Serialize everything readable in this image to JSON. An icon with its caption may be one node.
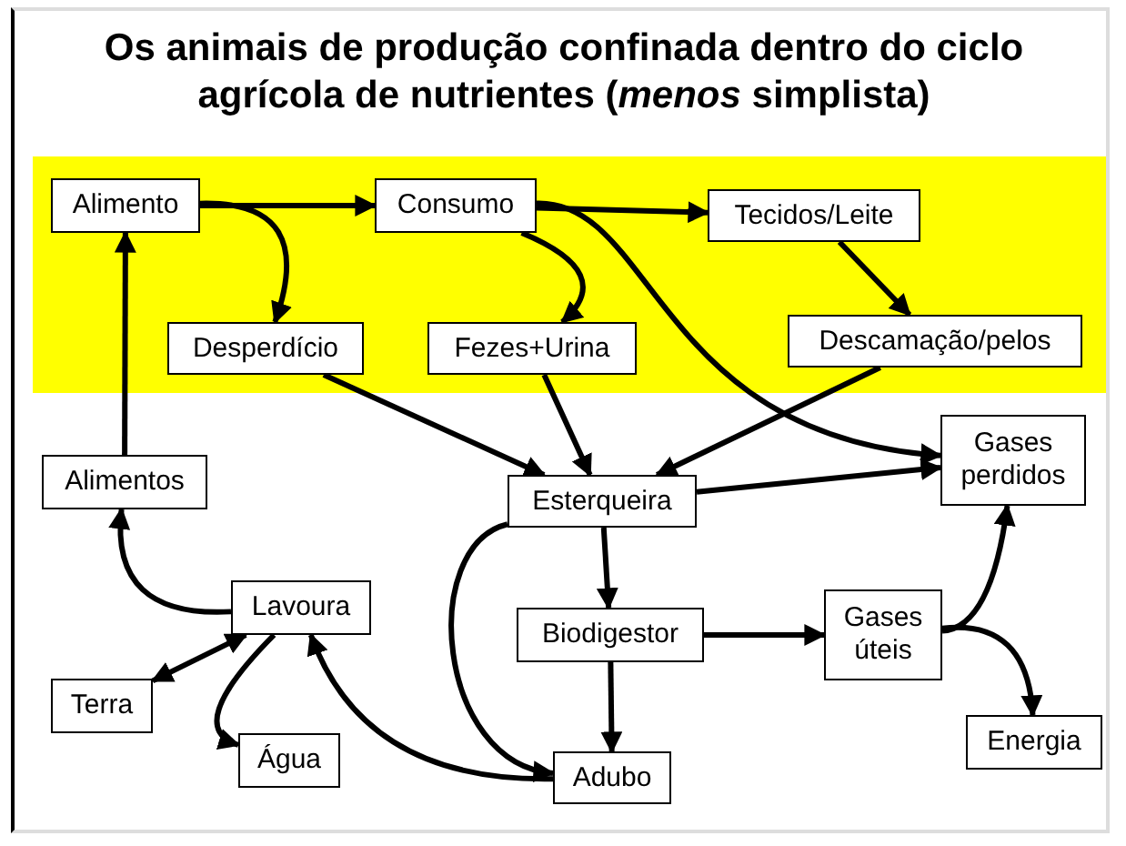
{
  "diagram": {
    "title": "Os animais de produção confinada dentro do ciclo agrícola de nutrientes (*menos* simplista)",
    "nodes": [
      {
        "text": [
          "Alimento"
        ]
      },
      {
        "text": [
          "Consumo"
        ]
      },
      {
        "text": [
          "Tecidos/Leite"
        ]
      },
      {
        "text": [
          "Desperdício"
        ]
      },
      {
        "text": [
          "Fezes+Urina"
        ]
      },
      {
        "text": [
          "Descamação/pelos"
        ]
      },
      {
        "text": [
          "Gases perdidos"
        ]
      },
      {
        "text": [
          "Alimentos"
        ]
      },
      {
        "text": [
          "Esterqueira"
        ]
      },
      {
        "text": [
          "Lavoura"
        ]
      },
      {
        "text": [
          "Biodigestor"
        ]
      },
      {
        "text": [
          "Gases úteis"
        ]
      },
      {
        "text": [
          "Terra"
        ]
      },
      {
        "text": [
          "Água"
        ]
      },
      {
        "text": [
          "Energia"
        ]
      },
      {
        "text": [
          "Adubo"
        ]
      }
    ],
    "edges": [
      {
        "from": 0,
        "to": 1,
        "arrow": "to"
      },
      {
        "from": 0,
        "to": 3,
        "arrow": "to"
      },
      {
        "from": 1,
        "to": 2,
        "arrow": "to"
      },
      {
        "from": 1,
        "to": 4,
        "arrow": "to"
      },
      {
        "from": 1,
        "to": 6,
        "arrow": "to"
      },
      {
        "from": 2,
        "to": 5,
        "arrow": "to"
      },
      {
        "from": 3,
        "to": 8,
        "arrow": "to"
      },
      {
        "from": 4,
        "to": 8,
        "arrow": "to"
      },
      {
        "from": 5,
        "to": 8,
        "arrow": "to"
      },
      {
        "from": 7,
        "to": 0,
        "arrow": "to"
      },
      {
        "from": 8,
        "to": 6,
        "arrow": "to"
      },
      {
        "from": 8,
        "to": 10,
        "arrow": "to"
      },
      {
        "from": 8,
        "to": 15,
        "arrow": "to"
      },
      {
        "from": 10,
        "to": 11,
        "arrow": "to"
      },
      {
        "from": 10,
        "to": 15,
        "arrow": "to"
      },
      {
        "from": 11,
        "to": 6,
        "arrow": "to"
      },
      {
        "from": 11,
        "to": 14,
        "arrow": "to"
      },
      {
        "from": 15,
        "to": 9,
        "arrow": "to"
      },
      {
        "from": 9,
        "to": 7,
        "arrow": "to"
      },
      {
        "from": 12,
        "to": 9,
        "arrow": "both"
      },
      {
        "from": 9,
        "to": 13,
        "arrow": "to"
      }
    ]
  }
}
